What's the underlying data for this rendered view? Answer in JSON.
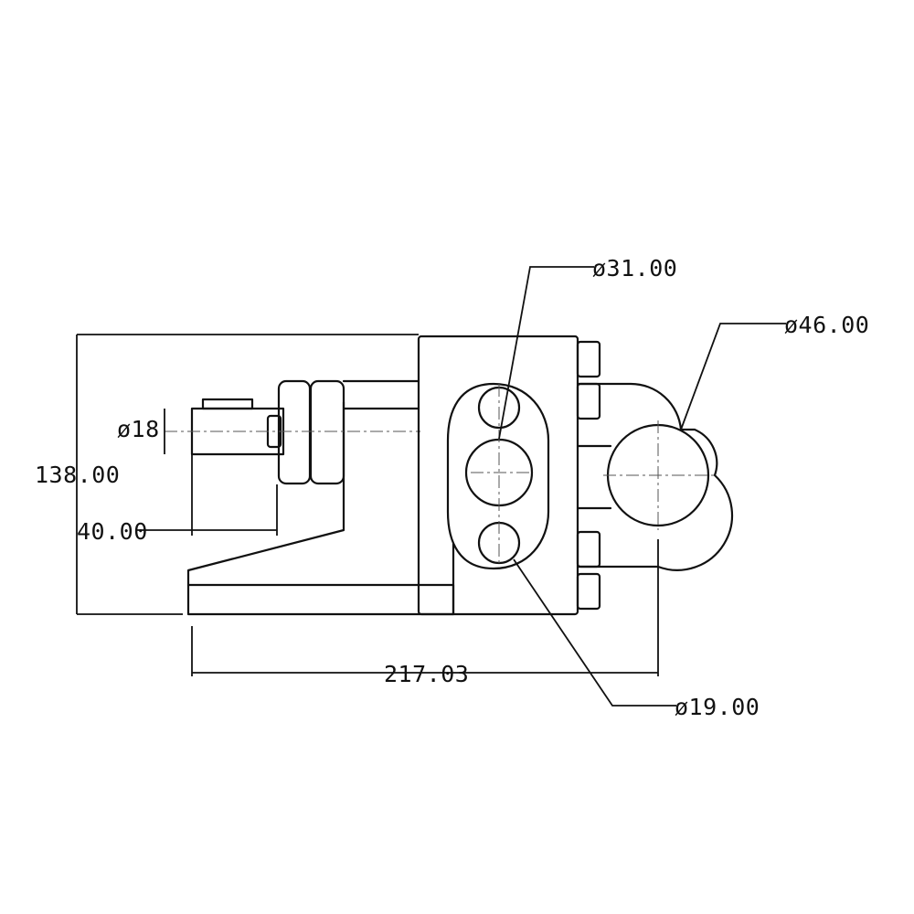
{
  "dimensions": {
    "overall_height": "138.00",
    "shaft_length": "40.00",
    "overall_length": "217.03",
    "shaft_diameter": "ø18",
    "port_diameter": "ø31.00",
    "clamp_diameter": "ø46.00",
    "small_port_diameter": "ø19.00"
  }
}
